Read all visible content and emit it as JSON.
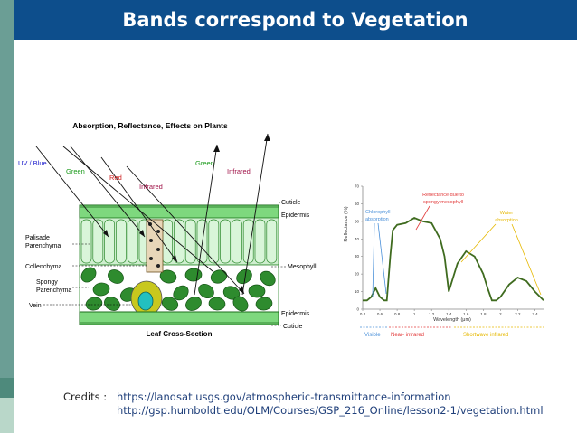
{
  "title": "Bands correspond to Vegetation",
  "credits": {
    "label": "Credits :",
    "urls": [
      "https://landsat.usgs.gov/atmospheric-transmittance-information",
      "http://gsp.humboldt.edu/OLM/Courses/GSP_216_Online/lesson2-1/vegetation.html"
    ]
  },
  "leaf_diagram": {
    "title": "Absorption, Reflectance, Effects on Plants",
    "bands": {
      "uv_blue": "UV / Blue",
      "green_left": "Green",
      "red": "Red",
      "infrared_left": "Infrared",
      "green_right": "Green",
      "infrared_right": "Infrared"
    },
    "labels": {
      "cuticle_top": "Cuticle",
      "epidermis_top": "Epidermis",
      "palisade": "Palisade\nParenchyma",
      "collenchyma": "Collenchyma",
      "mesophyll": "Mesophyll",
      "spongy": "Spongy\nParenchyma",
      "vein": "Vein",
      "epidermis_bottom": "Epidermis",
      "cuticle_bottom": "Cuticle",
      "caption": "Leaf Cross-Section"
    }
  },
  "chart_data": {
    "type": "line",
    "xlabel": "Wavelength (μm)",
    "ylabel": "Reflectance (%)",
    "xlim": [
      0.4,
      2.5
    ],
    "ylim": [
      0,
      70
    ],
    "x_ticks": [
      "0.4",
      "0.6",
      "0.8",
      "1",
      "1.2",
      "1.4",
      "1.6",
      "1.8",
      "2",
      "2.2",
      "2.4"
    ],
    "y_ticks": [
      "0",
      "10",
      "20",
      "30",
      "40",
      "50",
      "60",
      "70"
    ],
    "series": [
      {
        "x": [
          0.4,
          0.45,
          0.5,
          0.55,
          0.6,
          0.65,
          0.68,
          0.72,
          0.75,
          0.8,
          0.9,
          1.0,
          1.1,
          1.2,
          1.3,
          1.35,
          1.4,
          1.45,
          1.5,
          1.6,
          1.7,
          1.8,
          1.85,
          1.9,
          1.95,
          2.0,
          2.1,
          2.2,
          2.3,
          2.4,
          2.5
        ],
        "y": [
          5,
          5,
          7,
          12,
          7,
          5,
          5,
          30,
          45,
          48,
          49,
          52,
          50,
          49,
          40,
          30,
          10,
          18,
          26,
          33,
          30,
          20,
          12,
          5,
          5,
          7,
          14,
          18,
          16,
          10,
          5
        ]
      }
    ],
    "annotations": {
      "chlorophyll": "Chlorophyll\nabsorption",
      "spongy": "Reflectance due to\nspongy mesophyll",
      "water": "Water\nabsorption"
    },
    "bottom_labels": {
      "visible": "Visible",
      "near_infrared": "Near- infrared",
      "shortwave_infrared": "Shortwave infrared"
    },
    "colors": {
      "curve": "#3f6b1f",
      "chlorophyll": "#4a90d9",
      "spongy": "#e23b3b",
      "water": "#e6b800"
    }
  }
}
